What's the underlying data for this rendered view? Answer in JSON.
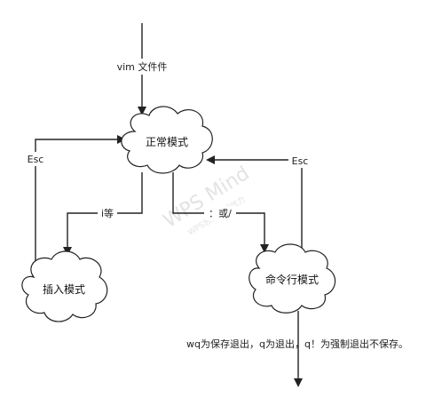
{
  "nodes": {
    "normal": "正常模式",
    "insert": "插入模式",
    "command": "命令行模式"
  },
  "edges": {
    "entry": "vim 文件件",
    "normal_to_insert": "i等",
    "insert_to_normal": "Esc",
    "normal_to_command": "：或/",
    "command_to_normal": "Esc",
    "command_exit": "wq为保存退出，q为退出，q！为强制退出不保存。"
  },
  "watermark": {
    "main": "WPS Mind",
    "sub": "WPS思维导图效力"
  },
  "colors": {
    "line": "#222222",
    "cloud_stroke": "#222222",
    "cloud_fill": "#ffffff",
    "watermark": "#e3e3e3"
  }
}
